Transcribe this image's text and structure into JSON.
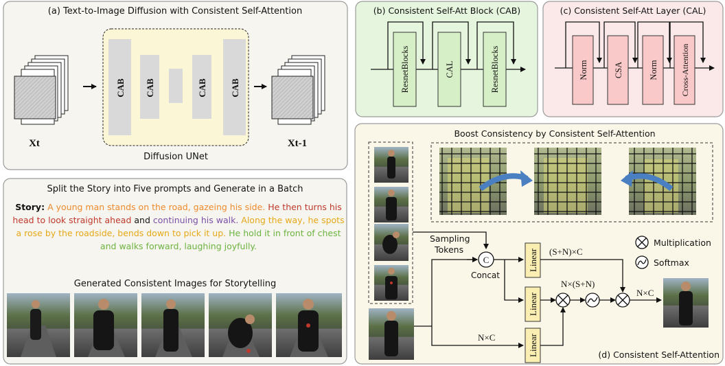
{
  "panel_a": {
    "title": "(a) Text-to-Image Diffusion with Consistent Self-Attention",
    "cab": "CAB",
    "unet_label": "Diffusion UNet",
    "x_in": "Xt",
    "x_out": "Xt-1"
  },
  "panel_b": {
    "title": "(b) Consistent Self-Att Block (CAB)",
    "blocks": [
      "ResnetBlocks",
      "CAL",
      "ResnetBlocks"
    ]
  },
  "panel_c": {
    "title": "(c) Consistent Self-Att Layer (CAL)",
    "blocks": [
      "Norm",
      "CSA",
      "Norm",
      "Cross-Attention"
    ]
  },
  "story_panel": {
    "title": "Split the Story into Five prompts  and Generate in a Batch",
    "story_label": "Story:",
    "segments": [
      {
        "text": "A young man stands on the road, gazeing his side.",
        "color": "#f08a2c"
      },
      {
        "text": "He then turns his head to look straight ahead",
        "color": "#c0392b"
      },
      {
        "text": "and",
        "color": "#111111"
      },
      {
        "text": "continuing his walk.",
        "color": "#7b4fa8"
      },
      {
        "text": "Along the way, he spots a rose by the roadside, bends down to pick it up.",
        "color": "#e6a817"
      },
      {
        "text": "He hold it in front of chest and walks forward, laughing joyfully.",
        "color": "#6cb33f"
      }
    ],
    "gallery_title": "Generated Consistent Images for Storytelling"
  },
  "panel_d": {
    "title": "Boost Consistency by Consistent Self-Attention",
    "sampling": "Sampling",
    "tokens": "Tokens",
    "concat_symbol": "C",
    "concat_label": "Concat",
    "linear": "Linear",
    "dim_top": "(S+N)×C",
    "dim_mid": "N×(S+N)",
    "dim_out": "N×C",
    "dim_bottom": "N×C",
    "legend_mult": "Multiplication",
    "legend_soft": "Softmax",
    "caption": "(d) Consistent Self-Attention"
  },
  "colors": {
    "panel_a_bg": "#f6f5f0",
    "unet_bg": "#fbf7d6",
    "panel_b_bg": "#e5f5de",
    "panel_c_bg": "#fbe9ea",
    "panel_d_bg": "#fbf7e8",
    "green_block": "#d6efc7",
    "pink_block": "#f8c9c8",
    "linear_block": "#fbeeb3",
    "arrow_blue": "#4a7fc1"
  }
}
